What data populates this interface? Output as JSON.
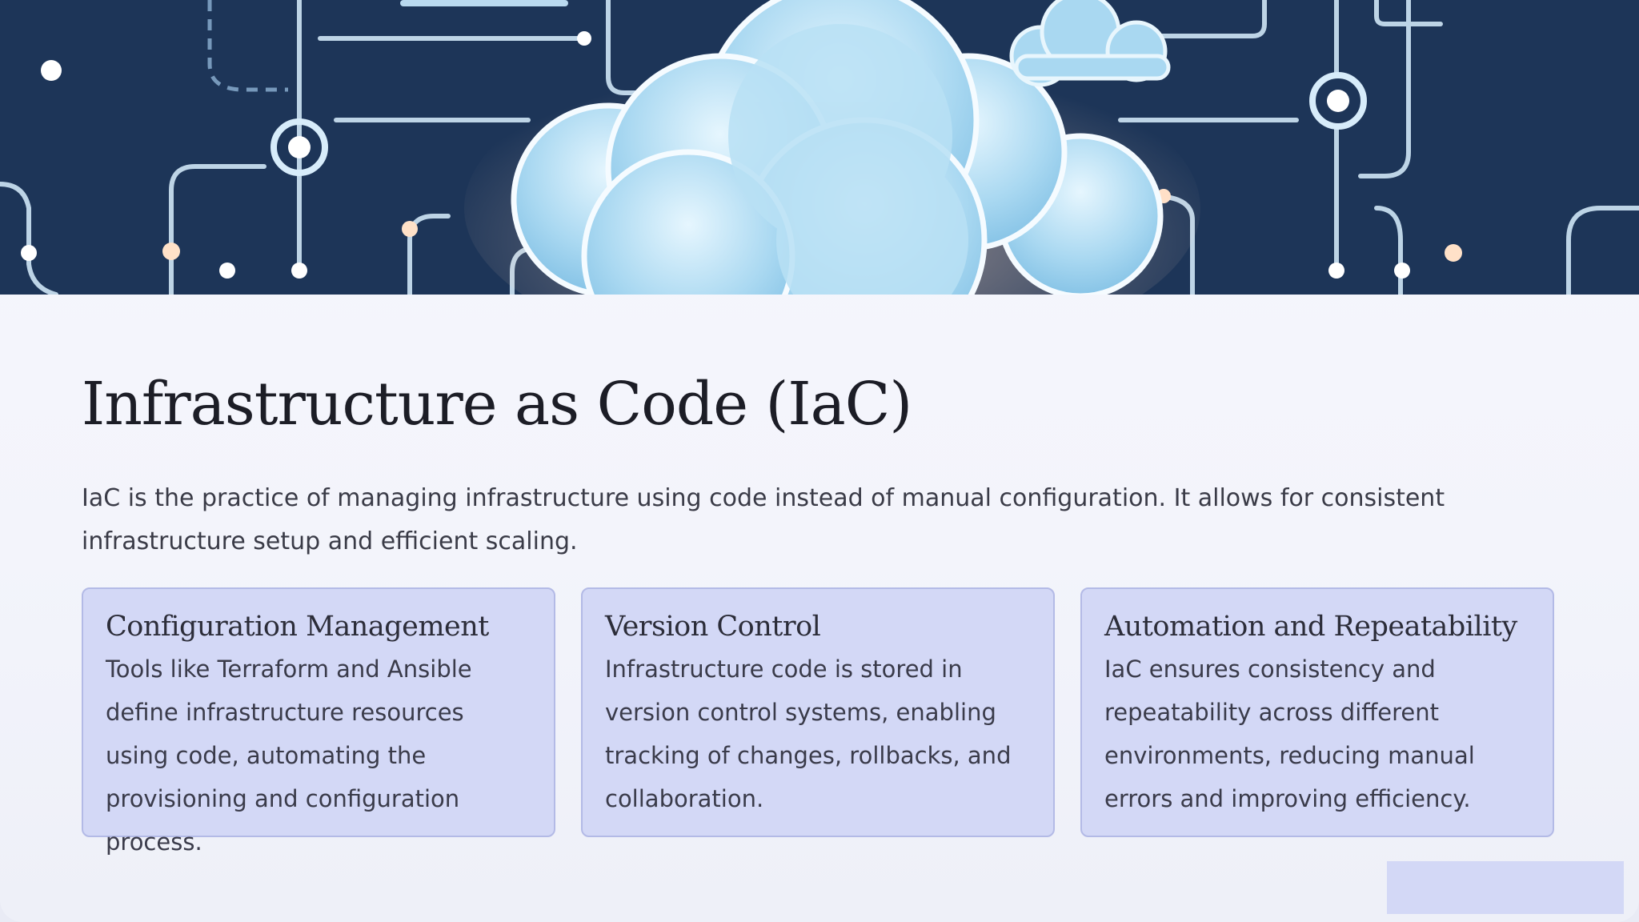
{
  "slide": {
    "title": "Infrastructure as Code (IaC)",
    "intro": "IaC is the practice of managing infrastructure using code instead of manual configuration. It allows for consistent infrastructure setup and efficient scaling."
  },
  "cards": [
    {
      "title": "Configuration Management",
      "text": "Tools like Terraform and Ansible define infrastructure resources using code, automating the provisioning and configuration process."
    },
    {
      "title": "Version Control",
      "text": "Infrastructure code is stored in version control systems, enabling tracking of changes, rollbacks, and collaboration."
    },
    {
      "title": "Automation and Repeatability",
      "text": "IaC ensures consistency and repeatability across different environments, reducing manual errors and improving efficiency."
    }
  ],
  "hero_image": {
    "icon": "cloud-circuit-illustration"
  },
  "colors": {
    "hero_bg": "#1d3558",
    "card_bg": "#d3d8f6",
    "card_border": "#b3bae6",
    "title_text": "#1c1d26",
    "body_text": "#3a3b47"
  }
}
